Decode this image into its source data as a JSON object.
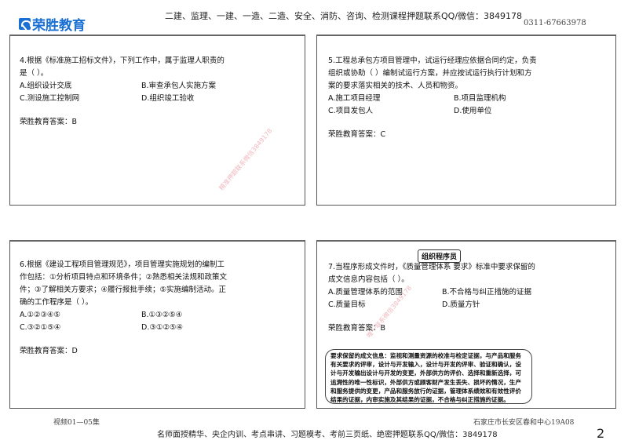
{
  "header": {
    "logo_text": "荣胜教育",
    "banner": "二建、监理、一建、一造、二造、安全、消防、咨询、检测课程押题联系QQ/微信：3849178",
    "phone": "0311-67663978"
  },
  "questions": [
    {
      "lines": [
        "4.根据《标准施工招标文件》，下列工作中，属于监理人职责的",
        "是（  ）。"
      ],
      "options": [
        "A.组织设计交底",
        "B.审查承包人实施方案",
        "C.测设施工控制网",
        "D.组织竣工验收"
      ],
      "answer": "荣胜教育答案：B",
      "watermark": "精准押题联系微信3849178"
    },
    {
      "lines": [
        "5.工程总承包方项目管理中，试运行经理应依据合同约定，负责",
        "组织或协助（   ）编制试运行方案，并应按试运行执行计划和方",
        "案的要求落实相关的技术、人员和物资。"
      ],
      "options": [
        "A.施工项目经理",
        "B.项目监理机构",
        "C.项目发包人",
        "D.使用单位"
      ],
      "answer": "荣胜教育答案：C"
    },
    {
      "lines": [
        "6.根据《建设工程项目管理规范》，项目管理实施规划的编制工",
        "作包括：①分析项目特点和环境条件；②熟悉相关法规和政策文",
        "件；③了解相关方要求；④履行报批手续；⑤实施编制活动。正",
        "确的工作程序是（   ）。"
      ],
      "options": [
        "A.①②③④⑤",
        "B.①③②⑤④",
        "C.③②①⑤④",
        "D.③①②⑤④"
      ],
      "answer": "荣胜教育答案：D"
    },
    {
      "badge": "组织程序员",
      "lines": [
        "7.当程序形成文件时，《质量管理体系 要求》标准中要求保留的",
        "成文信息内容包括（ ）。"
      ],
      "options": [
        "A.质量管理体系的范围",
        "B.不合格与纠正措施的证据",
        "C.质量目标",
        "D.质量方针"
      ],
      "answer": "荣胜教育答案：B",
      "watermark": "唯一联系微信3849178",
      "note": "要求保留的成文信息：监视和测量资源的校准与检定证据，与产品和服务有关要求的评审，设计与开发输入，设计与开发的评审、验证和确认，设计与开发输出设计与开发的变更，外部供方的评价、选择和重新选择，可追溯性的唯一性标识，外部供方或顾客财产发生丢失、损坏的情况，生产和服务提供的变更，产品和服务放行的证据，管理体系绩效和有效性评价结果的证据，内审实施及其结果的证据，不合格与纠正措施的证据。"
    }
  ],
  "footer": {
    "left": "视频01—05集",
    "center": "名师面授精华、央企内训、考点串讲、习题模考、考前三页纸、绝密押题联系QQ/微信：3849178",
    "right": "石家庄市长安区春和中心19A08",
    "page_number": "2"
  }
}
